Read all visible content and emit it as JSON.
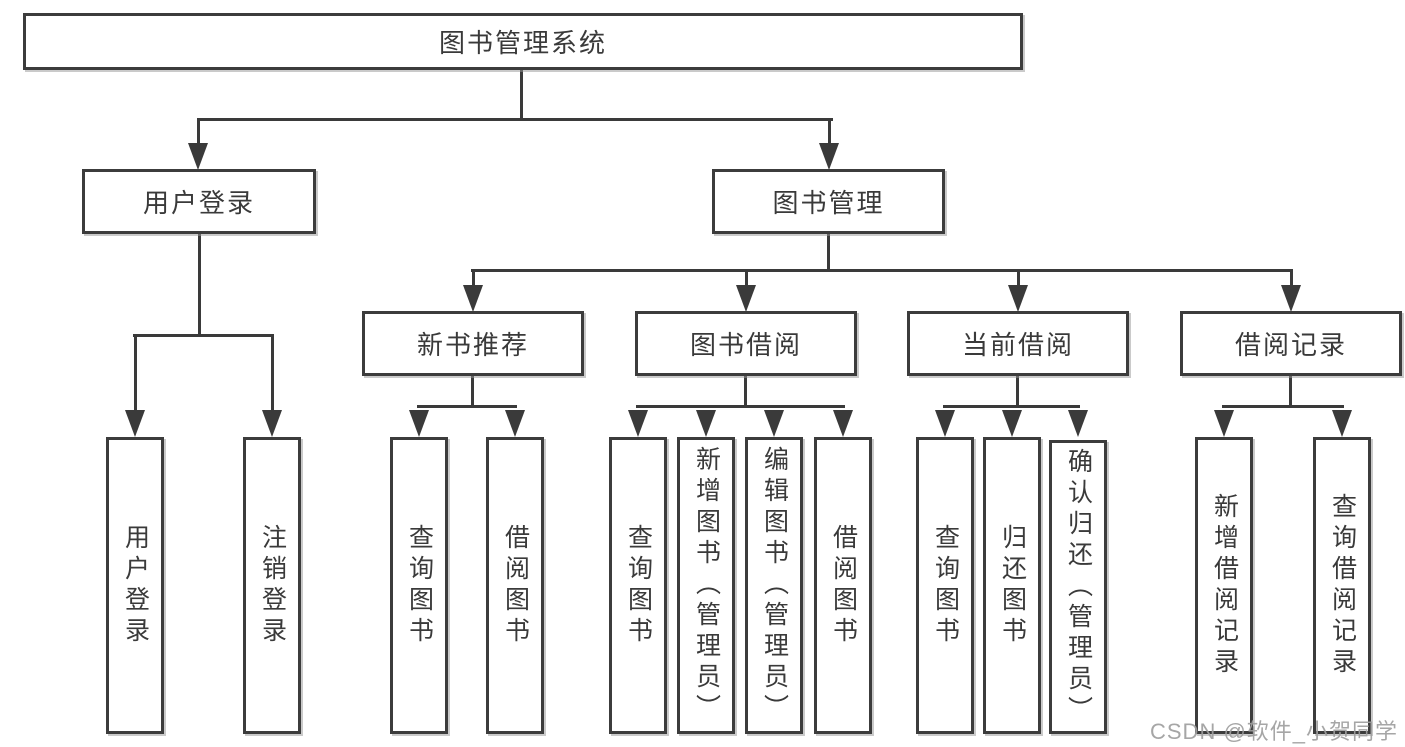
{
  "diagram": {
    "root": {
      "label": "图书管理系统"
    },
    "branches": [
      {
        "label": "用户登录",
        "children": [
          {
            "label": "用户登录"
          },
          {
            "label": "注销登录"
          }
        ]
      },
      {
        "label": "图书管理",
        "children": [
          {
            "label": "新书推荐",
            "children": [
              {
                "label": "查询图书"
              },
              {
                "label": "借阅图书"
              }
            ]
          },
          {
            "label": "图书借阅",
            "children": [
              {
                "label": "查询图书"
              },
              {
                "label": "新增图书（管理员）"
              },
              {
                "label": "编辑图书（管理员）"
              },
              {
                "label": "借阅图书"
              }
            ]
          },
          {
            "label": "当前借阅",
            "children": [
              {
                "label": "查询图书"
              },
              {
                "label": "归还图书"
              },
              {
                "label": "确认归还（管理员）"
              }
            ]
          },
          {
            "label": "借阅记录",
            "children": [
              {
                "label": "新增借阅记录"
              },
              {
                "label": "查询借阅记录"
              }
            ]
          }
        ]
      }
    ]
  },
  "watermark": "CSDN @软件_小贺同学",
  "colors": {
    "line": "#3a3a3a",
    "box_border": "#3c3c3c",
    "text": "#3a3a3a",
    "watermark": "#9e9e9e",
    "background": "#ffffff"
  }
}
